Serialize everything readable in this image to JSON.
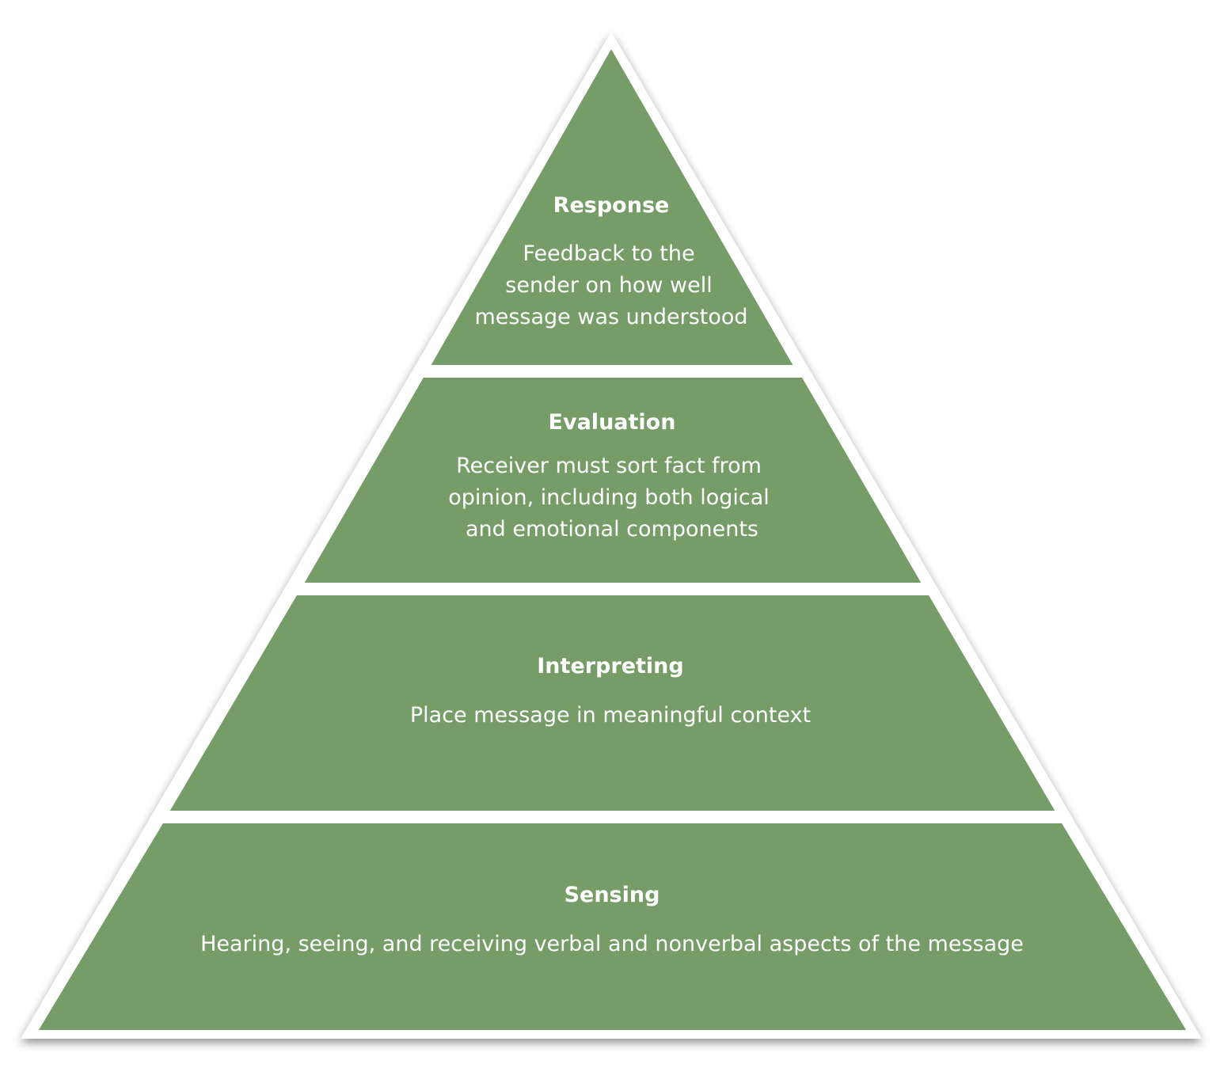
{
  "colors": {
    "layer_fill": "#769d68",
    "separator": "#ffffff",
    "outline": "#ffffff",
    "text": "#ffffff"
  },
  "layers": [
    {
      "title": "Response",
      "description": [
        "Feedback to the",
        "sender on how well",
        "message was understood"
      ]
    },
    {
      "title": "Evaluation",
      "description": [
        "Receiver must sort fact from",
        "opinion, including both logical",
        "and emotional components"
      ]
    },
    {
      "title": "Interpreting",
      "description": [
        "Place message in meaningful context"
      ]
    },
    {
      "title": "Sensing",
      "description": [
        "Hearing, seeing, and receiving verbal and nonverbal aspects of the message"
      ]
    }
  ]
}
